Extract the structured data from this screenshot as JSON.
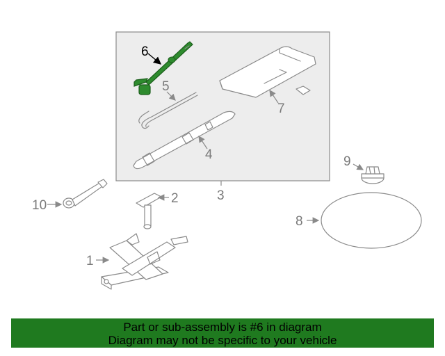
{
  "callouts": {
    "c1": "1",
    "c2": "2",
    "c3": "3",
    "c4": "4",
    "c5": "5",
    "c6": "6",
    "c7": "7",
    "c8": "8",
    "c9": "9",
    "c10": "10"
  },
  "highlight_color": "#1f7a1f",
  "banner": {
    "line1": "Part or sub-assembly is #6 in diagram",
    "line2": "Diagram may not be specific to your vehicle"
  }
}
